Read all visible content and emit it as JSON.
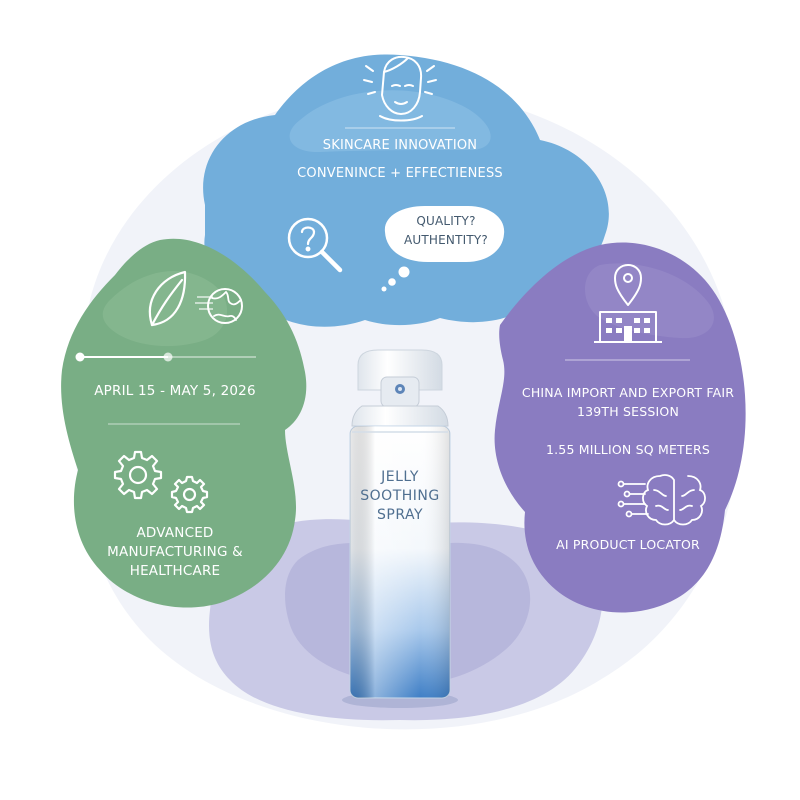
{
  "colors": {
    "skincare_blob": "#70addb",
    "exhibition_blob": "#8b7dc2",
    "manufacturing_blob": "#78ad84",
    "bottom_blob": "#c2c2e2",
    "can_text": "#4f6f90"
  },
  "top_section": {
    "icon": "face-glow-icon",
    "title": "SKINCARE INNOVATION",
    "subtitle": "CONVENINCE + EFFECTIENESS",
    "search_icon": "magnifier-question-icon",
    "bubble_line1": "QUALITY?",
    "bubble_line2": "AUTHENTITY?"
  },
  "left_section": {
    "icons": [
      "leaf-icon",
      "globe-icon"
    ],
    "date_range": "APRIL 15 - MAY 5, 2026",
    "timeline_progress": 0.5,
    "gear_icon": "gears-icon",
    "manufacturing_line1": "ADVANCED",
    "manufacturing_line2": "MANUFACTURING &",
    "manufacturing_line3": "HEALTHCARE"
  },
  "right_section": {
    "icon": "building-pin-icon",
    "fair_line1": "CHINA IMPORT AND EXPORT FAIR",
    "fair_line2": "139TH SESSION",
    "area": "1.55 MILLION SQ METERS",
    "brain_icon": "ai-brain-icon",
    "locator": "AI PRODUCT LOCATOR"
  },
  "product": {
    "line1": "JELLY",
    "line2": "SOOTHING",
    "line3": "SPRAY"
  }
}
